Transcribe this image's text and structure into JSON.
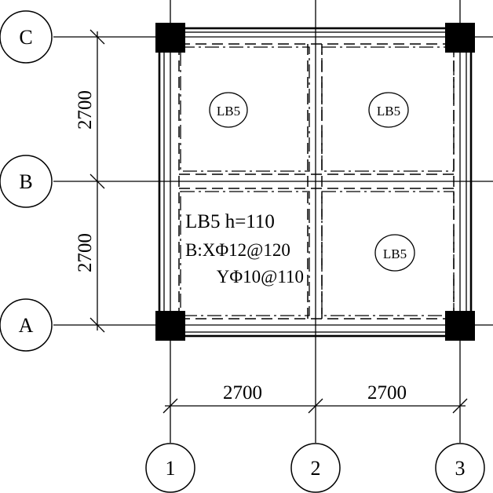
{
  "axes": {
    "rows": [
      {
        "id": "row-c",
        "label": "C"
      },
      {
        "id": "row-b",
        "label": "B"
      },
      {
        "id": "row-a",
        "label": "A"
      }
    ],
    "cols": [
      {
        "id": "col-1",
        "label": "1"
      },
      {
        "id": "col-2",
        "label": "2"
      },
      {
        "id": "col-3",
        "label": "3"
      }
    ]
  },
  "dimensions": {
    "vertical_upper": "2700",
    "vertical_lower": "2700",
    "horizontal_left": "2700",
    "horizontal_right": "2700"
  },
  "slabs": {
    "top_left": "LB5",
    "top_right": "LB5",
    "bottom_right": "LB5"
  },
  "annotation": {
    "line1": "LB5 h=110",
    "line2": "B:XΦ12@120",
    "line3": "YΦ10@110"
  }
}
